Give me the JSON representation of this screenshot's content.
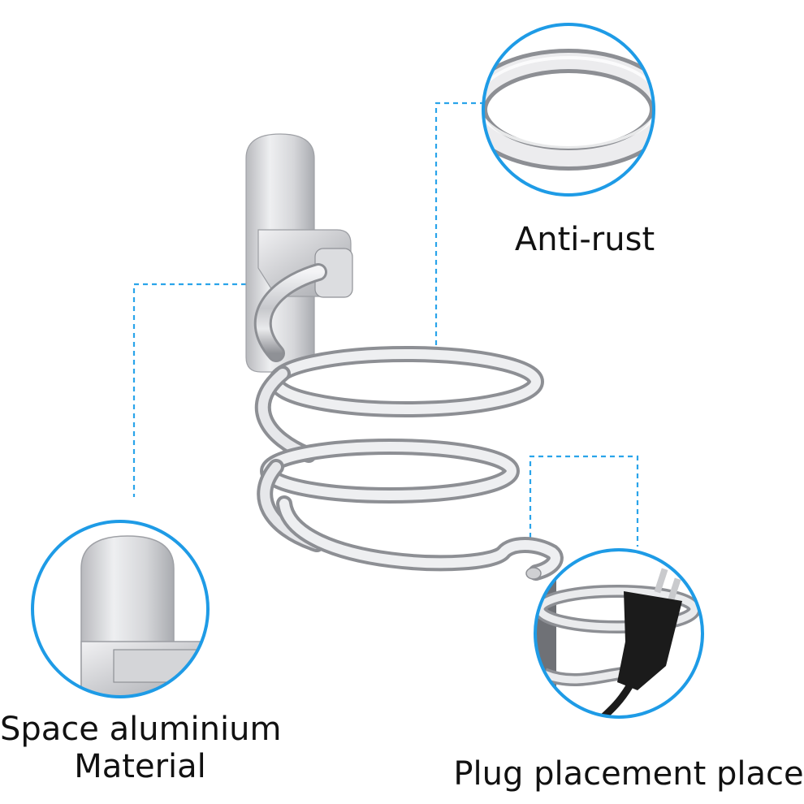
{
  "callouts": {
    "anti_rust": "Anti-rust",
    "material_line1": "Space aluminium",
    "material_line2": "Material",
    "plug": "Plug placement place"
  },
  "colors": {
    "callout_ring": "#1e9be6",
    "leader_line": "#2aa4ea",
    "metal_light": "#f2f2f4",
    "metal_mid": "#c9cacd",
    "metal_dark": "#8d8f94",
    "plug_black": "#1b1b1b",
    "caption_text": "#111111"
  },
  "icons": [
    "hair-dryer-holder",
    "power-plug"
  ]
}
